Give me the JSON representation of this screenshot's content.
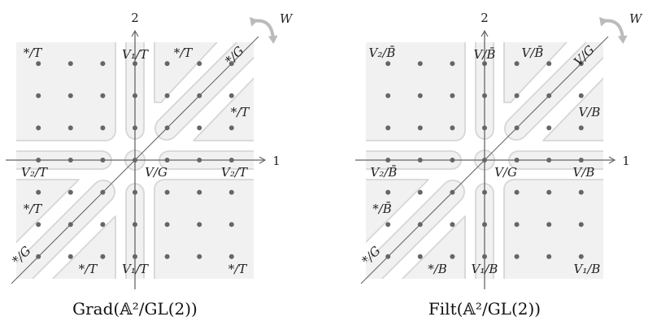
{
  "diagrams": [
    {
      "caption": "Grad(𝔸²/GL(2))",
      "axis_x_label": "1",
      "axis_y_label": "2",
      "weyl_label": "W",
      "labels": [
        "*/T",
        "V₁/T",
        "*/T",
        "*/G",
        "*/T",
        "V₂/T",
        "V/G",
        "V₂/T",
        "*/T",
        "*/G",
        "*/T",
        "V₁/T",
        "*/T"
      ]
    },
    {
      "caption": "Filt(𝔸²/GL(2))",
      "axis_x_label": "1",
      "axis_y_label": "2",
      "weyl_label": "W",
      "labels": [
        "V₂/B̄",
        "V/B̄",
        "V/B̄",
        "V/G",
        "V/B",
        "V₂/B̄",
        "V/G",
        "V/B",
        "*/B̄",
        "*/G",
        "*/B",
        "V₁/B",
        "V₁/B"
      ]
    }
  ],
  "colors": {
    "region_fill": "#f1f1f1",
    "region_stroke": "#d6d6d6",
    "dot": "#666666",
    "axis": "#666666",
    "weyl_arrow": "#bbbbbb"
  }
}
